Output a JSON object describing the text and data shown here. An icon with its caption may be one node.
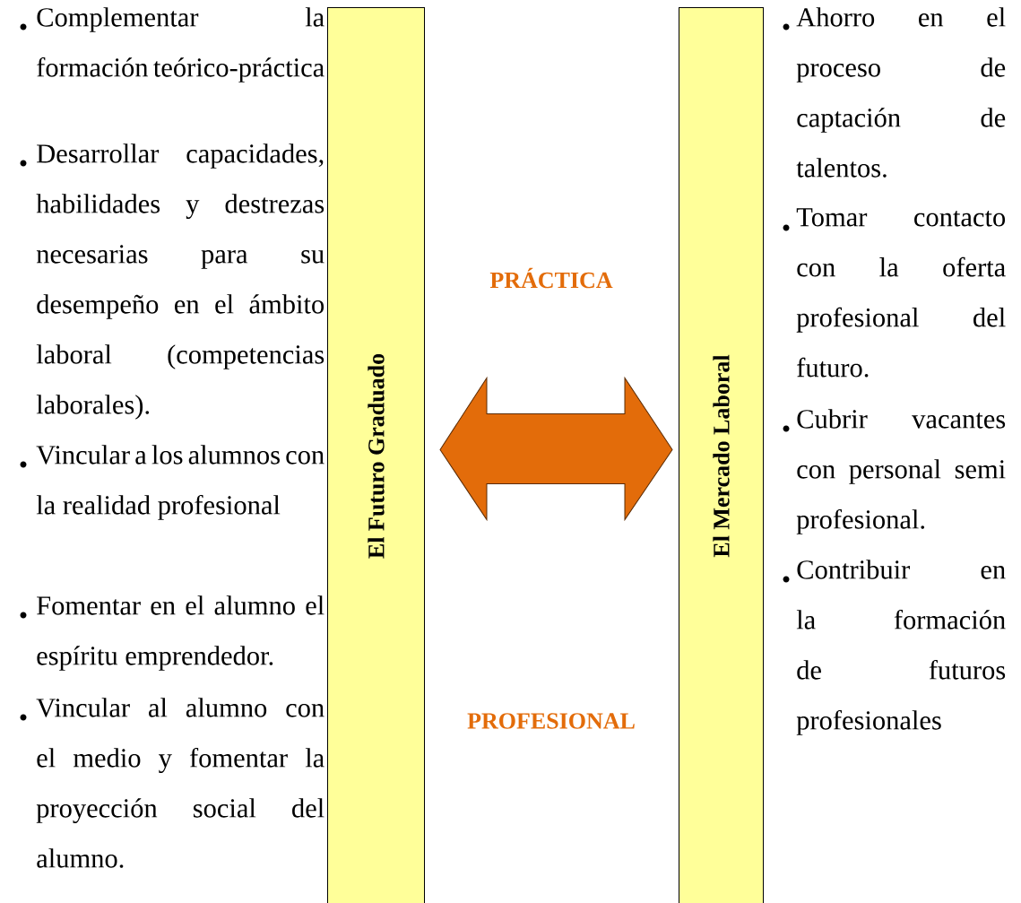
{
  "diagram": {
    "nodes": [
      {
        "text": [
          "El Futuro Graduado"
        ]
      },
      {
        "text": [
          "El Mercado Laboral"
        ]
      }
    ],
    "edges": [
      {
        "from": 0,
        "to": 1,
        "arrow": "both",
        "color": "#e36c0a"
      }
    ],
    "labels": [
      "Complementar la formación teórico-práctica",
      "Desarrollar capacidades, habilidades y destrezas necesarias para su desempeño en el ámbito laboral (competencias laborales).",
      "Vincular a los alumnos con la realidad profesional",
      "Fomentar en el alumno el espíritu emprendedor.",
      "Vincular al alumno con el medio y fomentar la proyección social del alumno.",
      "PRÁCTICA",
      "PROFESIONAL",
      "Ahorro en el proceso de captación de talentos.",
      "Tomar contacto con la oferta profesional del futuro.",
      "Cubrir vacantes con personal semi profesional.",
      "Contribuir en la formación de futuros profesionales"
    ]
  }
}
